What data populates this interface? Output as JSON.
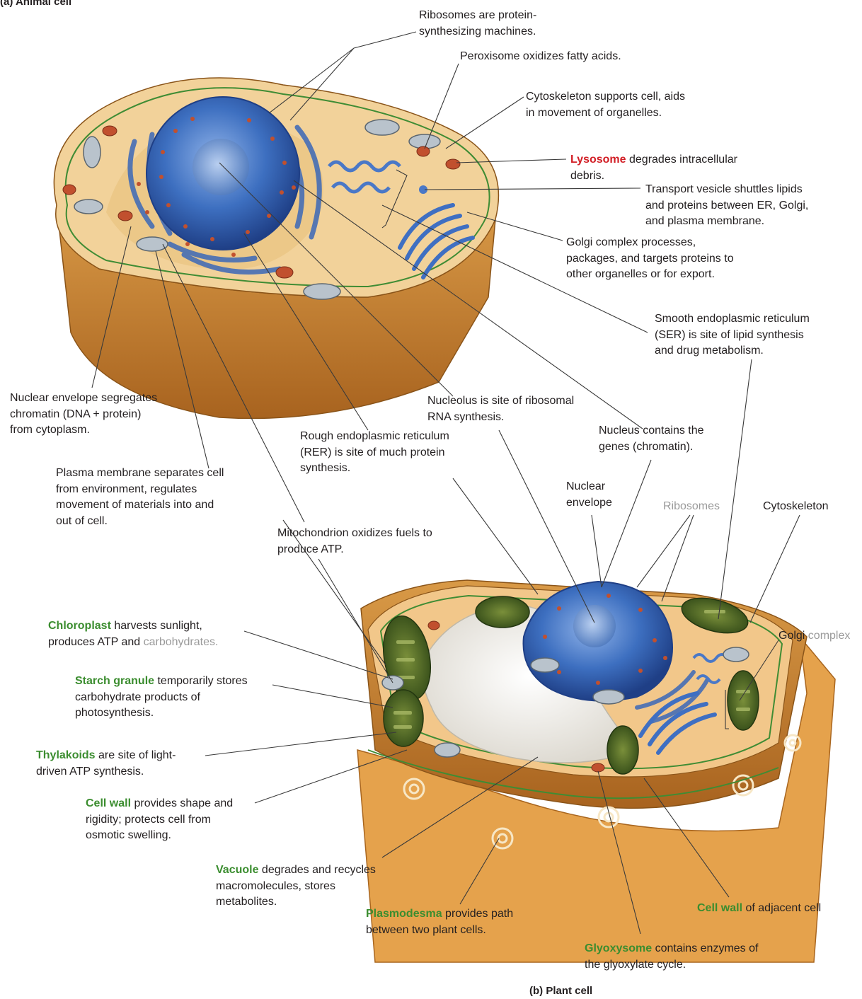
{
  "titles": {
    "animal": "(a) Animal cell",
    "plant": "(b) Plant cell"
  },
  "animal_labels": {
    "ribosomes": [
      "Ribosomes are protein-",
      "synthesizing machines."
    ],
    "peroxisome": [
      "Peroxisome oxidizes fatty acids."
    ],
    "cytoskeleton": [
      "Cytoskeleton supports cell, aids",
      "in movement of organelles."
    ],
    "lysosome": {
      "term": "Lysosome",
      "rest": " degrades intracellular",
      "line2": "debris."
    },
    "transport_vesicle": [
      "Transport vesicle shuttles lipids",
      "and proteins between ER, Golgi,",
      "and plasma membrane."
    ],
    "golgi": [
      "Golgi complex processes,",
      "packages, and targets proteins to",
      "other organelles or for export."
    ],
    "ser": [
      "Smooth endoplasmic reticulum",
      "(SER) is site of lipid synthesis",
      "and drug metabolism."
    ],
    "nuclear_envelope": [
      "Nuclear envelope segregates",
      "chromatin (DNA + protein)",
      "from cytoplasm."
    ],
    "nucleolus": [
      "Nucleolus is site of ribosomal",
      "RNA synthesis."
    ],
    "rer": [
      "Rough endoplasmic reticulum",
      "(RER) is site of much protein",
      "synthesis."
    ],
    "nucleus": [
      "Nucleus contains the",
      "genes (chromatin)."
    ],
    "plasma_membrane": [
      "Plasma membrane separates cell",
      "from environment, regulates",
      "movement of materials into and",
      "out of cell."
    ],
    "mitochondrion": [
      "Mitochondrion oxidizes fuels to",
      "produce ATP."
    ]
  },
  "plant_labels": {
    "nuclear_envelope": [
      "Nuclear",
      "envelope"
    ],
    "ribosomes": "Ribosomes",
    "cytoskeleton": "Cytoskeleton",
    "golgi": {
      "a": "Golgi ",
      "b": "complex"
    },
    "chloroplast": {
      "term": "Chloroplast",
      "rest": " harvests sunlight,",
      "line2a": "produces ATP and ",
      "line2b": "carbohydrates."
    },
    "starch": {
      "term": "Starch granule",
      "rest": " temporarily stores",
      "line2": "carbohydrate products of",
      "line3": "photosynthesis."
    },
    "thylakoids": {
      "term": "Thylakoids",
      "rest": " are site of light-",
      "line2": "driven ATP synthesis."
    },
    "cell_wall": {
      "term": "Cell wall",
      "rest": " provides shape and",
      "line2": "rigidity; protects cell from",
      "line3": "osmotic swelling."
    },
    "vacuole": {
      "term": "Vacuole",
      "rest": " degrades and recycles",
      "line2": "macromolecules, stores",
      "line3": "metabolites."
    },
    "plasmodesma": {
      "term": "Plasmodesma",
      "rest": " provides path",
      "line2": "between two plant cells."
    },
    "cell_wall_adjacent": {
      "term": "Cell wall",
      "rest": " of adjacent cell"
    },
    "glyoxysome": {
      "term": "Glyoxysome",
      "rest": " contains enzymes of",
      "line2": "the glyoxylate cycle."
    }
  },
  "colors": {
    "label_text": "#231f20",
    "highlight_red": "#d21f26",
    "highlight_green": "#3b8d2f",
    "faint_text": "#9a9a9a",
    "cytoplasm": "#f2d29a",
    "cell_body": "#c9842f",
    "nucleus": "#3d6fc0",
    "organelle_red": "#c1502e",
    "chloroplast": "#4c6b23",
    "vacuole": "#f3f1ec",
    "leader_line": "#3a3a3a"
  }
}
